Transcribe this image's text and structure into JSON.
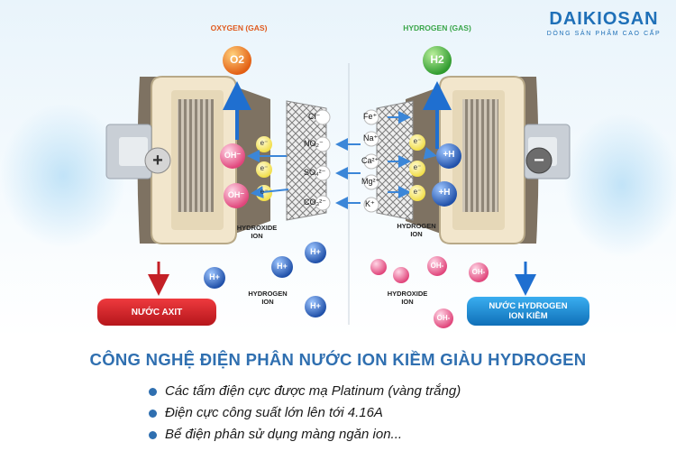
{
  "brand": {
    "name": "DAIKIOSAN",
    "tagline": "DÒNG SẢN PHẨM CAO CẤP"
  },
  "oxygen": {
    "title": "OXYGEN (GAS)",
    "symbol": "O2"
  },
  "hydrogen": {
    "title": "HYDROGEN (GAS)",
    "symbol": "H2"
  },
  "electrodes": {
    "anode_sign": "+",
    "cathode_sign": "−"
  },
  "anode_side": {
    "electron": "e⁻",
    "hydroxide_ion": "OH⁻",
    "hydroxide_label_1": "HYDROXIDE",
    "hydroxide_label_2": "ION"
  },
  "cathode_side": {
    "electron": "e⁻",
    "hydrogen_ion": "+H",
    "hydrogen_label_1": "HYDROGEN",
    "hydrogen_label_2": "ION"
  },
  "anions": [
    "Cl⁻",
    "NO₂⁻",
    "SO₄²⁻",
    "CO₃²⁻"
  ],
  "cations": [
    "Fe⁺",
    "Na⁺",
    "Ca²⁺",
    "Mg²⁺",
    "K⁺"
  ],
  "lower_left": {
    "ion": "H+",
    "label_1": "HYDROGEN",
    "label_2": "ION"
  },
  "lower_right": {
    "ion": "OH-",
    "label_1": "HYDROXIDE",
    "label_2": "ION"
  },
  "outputs": {
    "acid": "NƯỚC AXIT",
    "alkaline_1": "NƯỚC HYDROGEN",
    "alkaline_2": "ION KIỀM"
  },
  "heading": "CÔNG NGHỆ ĐIỆN PHÂN NƯỚC ION KIỀM GIÀU HYDROGEN",
  "bullets": [
    "Các tấm điện cực được mạ Platinum (vàng trắng)",
    "Điện cực công suất lớn lên tới 4.16A",
    "Bể điện phân sử dụng màng ngăn ion..."
  ],
  "colors": {
    "brand": "#1f70b8",
    "oxygen_title": "#e05a1e",
    "hydrogen_title": "#3aa64a",
    "heading": "#2f6fb0",
    "acid": "#d9252a",
    "alkaline": "#1a8fd6",
    "hydroxide": "#e0447a",
    "hydrogen_ion": "#2b5fb5"
  }
}
